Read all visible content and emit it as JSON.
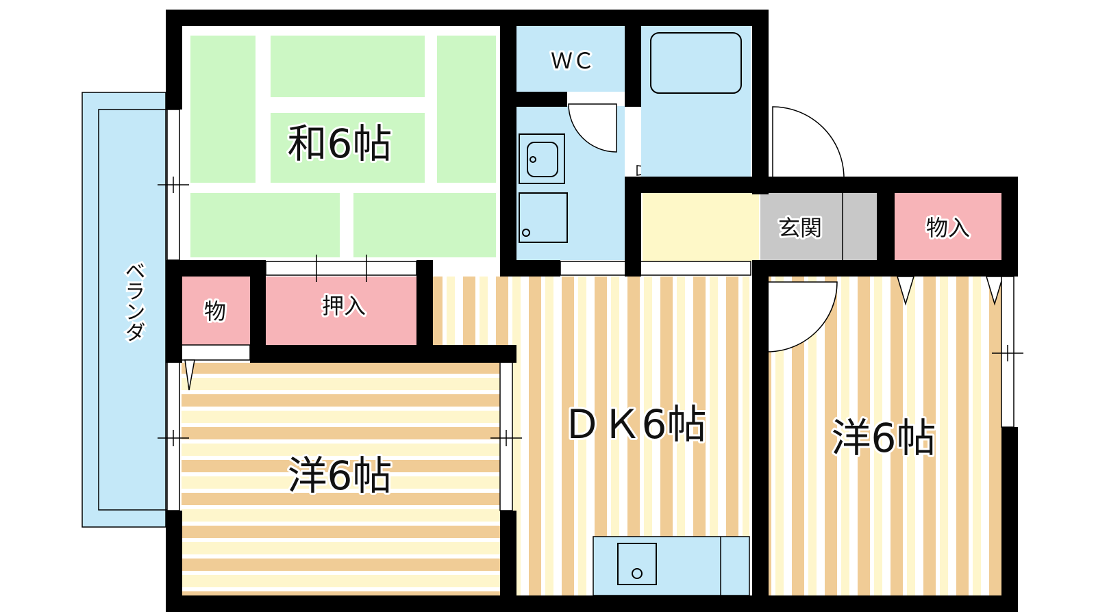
{
  "rooms": {
    "japanese": "和6帖",
    "western_left": "洋6帖",
    "dk": "ＤＫ6帖",
    "western_right": "洋6帖",
    "wc": "ＷＣ",
    "entrance": "玄関",
    "closet_oshiire": "押入",
    "closet_small": "物",
    "closet_right": "物入",
    "veranda": "ベランダ"
  },
  "colors": {
    "wall": "#000000",
    "tatami": "#ccf7c4",
    "wet_area": "#c4e8f8",
    "closet": "#f7b4b8",
    "floor_stripe": "#f0cc96",
    "floor_light": "#fef6cc",
    "entrance": "#c8c8c8",
    "hall": "#fef8c8"
  }
}
